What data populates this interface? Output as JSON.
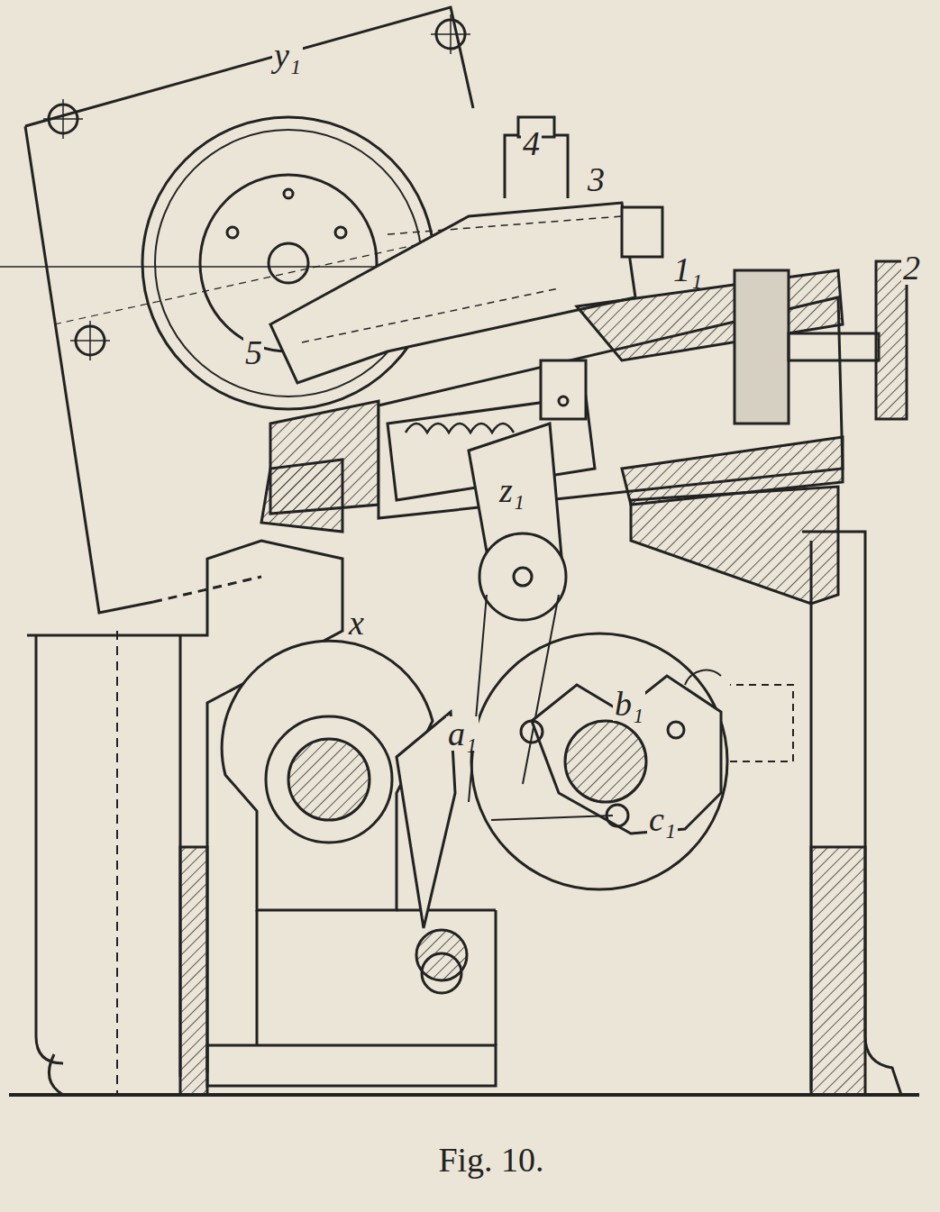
{
  "diagram": {
    "caption": "Fig. 10.",
    "labels": [
      "4",
      "3",
      "y₁",
      "1₁",
      "2",
      "5",
      "z₁",
      "x",
      "a₁",
      "b₁",
      "c₁"
    ]
  }
}
